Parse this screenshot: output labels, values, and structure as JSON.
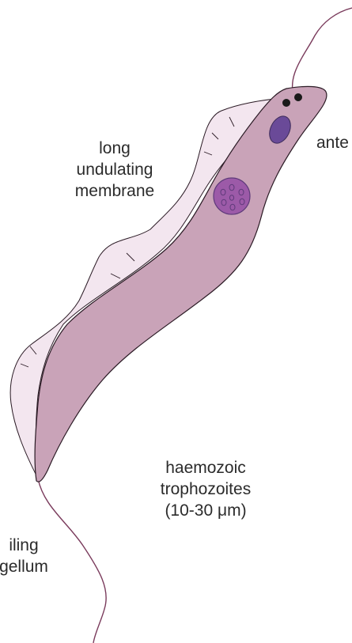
{
  "labels": {
    "membrane": [
      "long",
      "undulating",
      "membrane"
    ],
    "anterior": "ante",
    "trophozoites": [
      "haemozoic",
      "trophozoites",
      "(10-30 μm)"
    ],
    "flagellum": [
      "iling",
      "gellum"
    ]
  },
  "colors": {
    "body_fill": "#c9a3b8",
    "membrane_fill": "#f3e6ef",
    "outline": "#2a1a24",
    "flagellum": "#7a3b5c",
    "nucleus": "#6a4a98",
    "kinetoplast_vacuole_fill": "#9c5aa8",
    "vacuole_dots": "#5e3a7a",
    "basal_body": "#1a1a1a",
    "text": "#2b2b2b"
  }
}
